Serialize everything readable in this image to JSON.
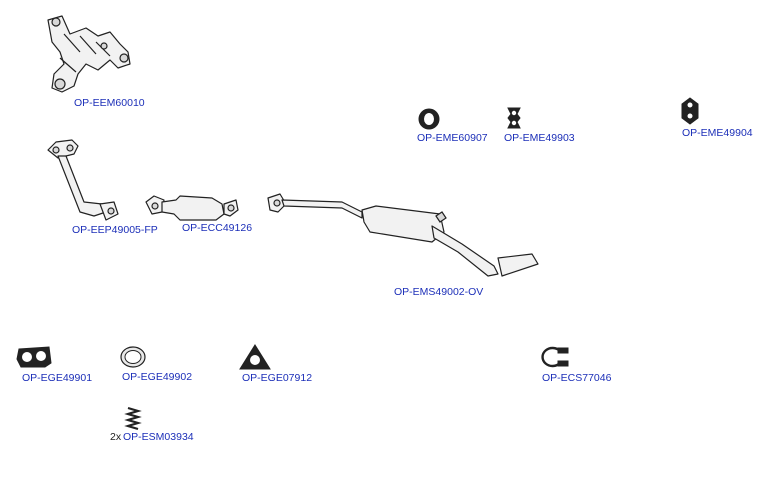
{
  "parts": {
    "manifold": "OP-EEM60010",
    "front_pipe": "OP-EEP49005-FP",
    "catalyst": "OP-ECC49126",
    "middle_silencer": "OP-EMS49002-OV",
    "mount_1": "OP-EME60907",
    "mount_2": "OP-EME49903",
    "mount_3": "OP-EME49904",
    "gasket_1": "OP-EGE49901",
    "gasket_2": "OP-EGE49902",
    "gasket_3": "OP-EGE07912",
    "clamp": "OP-ECS77046",
    "spring": "OP-ESM03934"
  },
  "spring_qty": "2x",
  "colors": {
    "link": "#1c2fb8",
    "outline": "#222222"
  }
}
